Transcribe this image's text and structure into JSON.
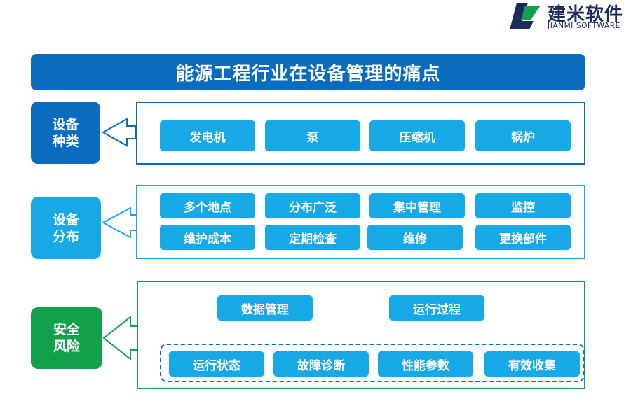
{
  "logo": {
    "name": "建米软件",
    "subtitle": "JIANMI SOFTWARE"
  },
  "title": "能源工程行业在设备管理的痛点",
  "colors": {
    "dark_blue": "#0b6bbf",
    "light_blue": "#16a9e6",
    "green": "#12a14b"
  },
  "sections": [
    {
      "label": "设备种类",
      "items": [
        "发电机",
        "泵",
        "压缩机",
        "锅炉"
      ]
    },
    {
      "label": "设备分布",
      "row1": [
        "多个地点",
        "分布广泛",
        "集中管理",
        "监控"
      ],
      "row2": [
        "维护成本",
        "定期检查",
        "维修",
        "更换部件"
      ]
    },
    {
      "label": "安全风险",
      "top": [
        "数据管理",
        "运行过程"
      ],
      "bottom": [
        "运行状态",
        "故障诊断",
        "性能参数",
        "有效收集"
      ]
    }
  ]
}
